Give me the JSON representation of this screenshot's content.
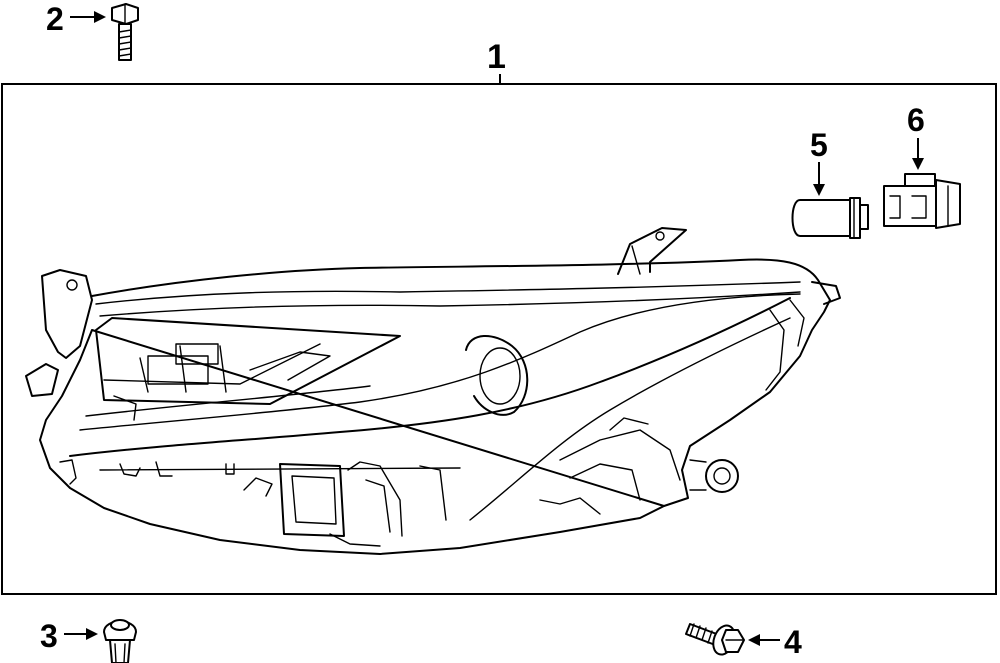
{
  "callouts": {
    "headlamp_assembly": "1",
    "bolt_top": "2",
    "clip_bottom_left": "3",
    "bolt_bottom_right": "4",
    "bulb": "5",
    "socket": "6"
  }
}
